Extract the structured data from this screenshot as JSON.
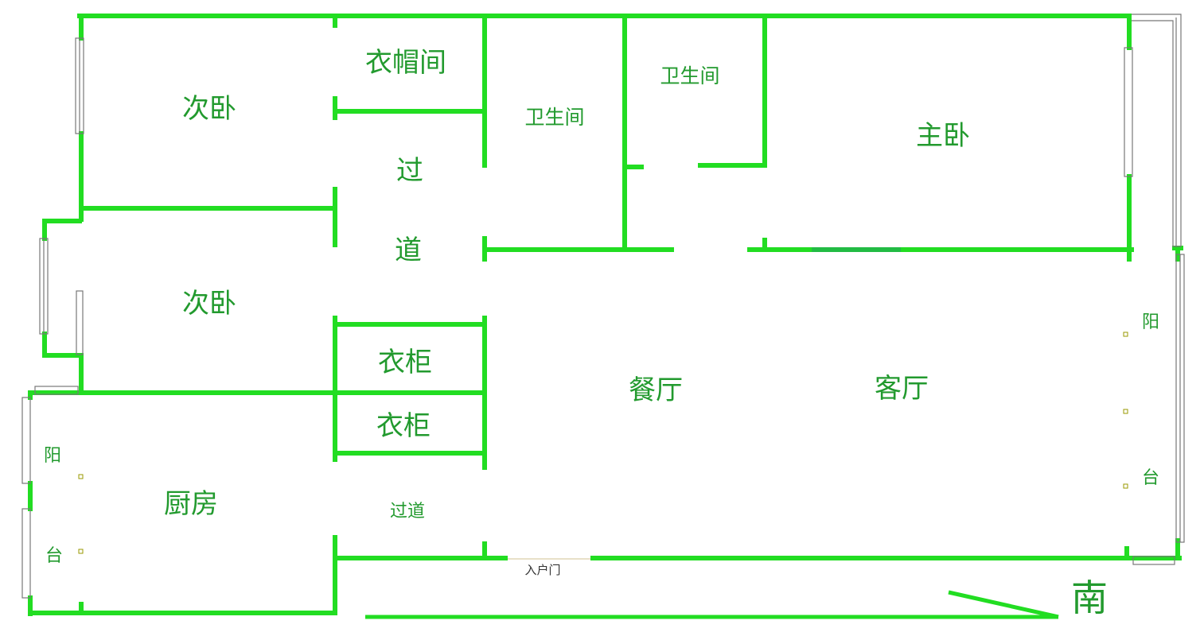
{
  "colors": {
    "wall": "#22dd22",
    "text": "#229a2e",
    "window": "#777777",
    "background": "#ffffff"
  },
  "rooms": {
    "second_bedroom_top": "次卧",
    "cloakroom": "衣帽间",
    "bathroom_left": "卫生间",
    "bathroom_right": "卫生间",
    "master_bedroom": "主卧",
    "corridor_upper_1": "过",
    "corridor_upper_2": "道",
    "second_bedroom_mid": "次卧",
    "wardrobe_1": "衣柜",
    "wardrobe_2": "衣柜",
    "dining_room": "餐厅",
    "living_room": "客厅",
    "kitchen": "厨房",
    "corridor_lower": "过道",
    "balcony_left_1": "阳",
    "balcony_left_2": "台",
    "balcony_right_1": "阳",
    "balcony_right_2": "台"
  },
  "entrance_door": "入户门",
  "orientation": "南"
}
